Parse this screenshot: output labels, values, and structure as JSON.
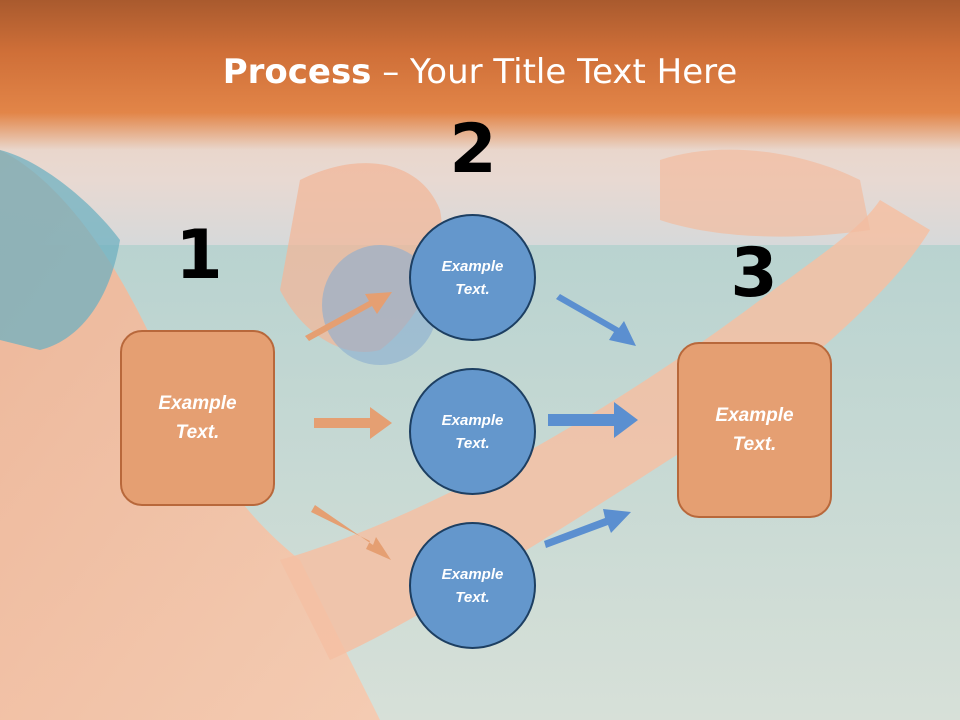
{
  "title": {
    "bold": "Process",
    "rest": " – Your Title Text Here"
  },
  "numbers": {
    "one": "1",
    "two": "2",
    "three": "3"
  },
  "box_left": {
    "text": "Example Text."
  },
  "box_right": {
    "text": "Example Text."
  },
  "circles": [
    {
      "text": "Example Text."
    },
    {
      "text": "Example Text."
    },
    {
      "text": "Example Text."
    }
  ],
  "colors": {
    "orange_box": "#e59f72",
    "blue_circle": "#6497cc",
    "orange_arrow": "#e59f72",
    "blue_arrow": "#5b8fd0",
    "header": "#d4733b"
  }
}
